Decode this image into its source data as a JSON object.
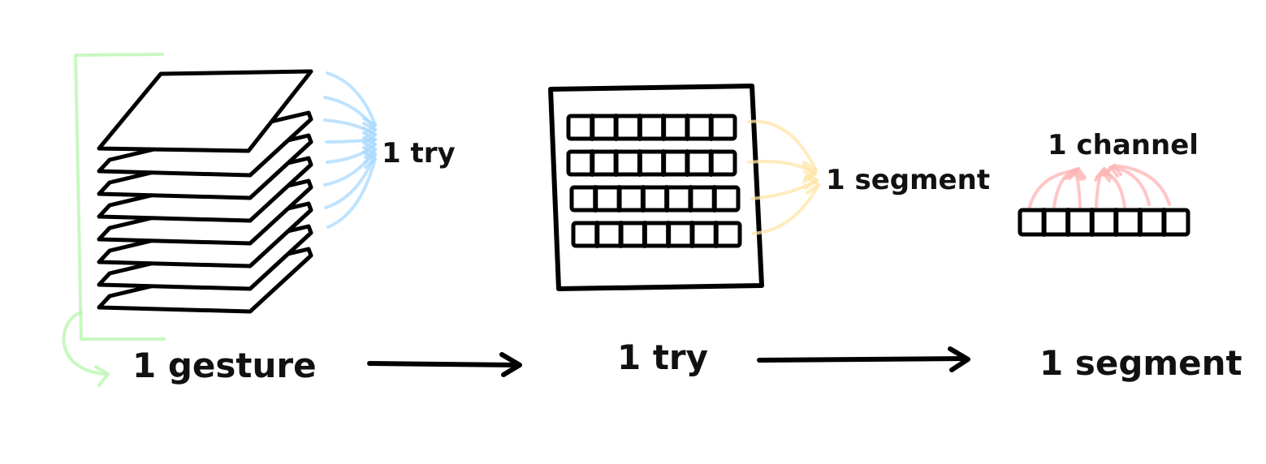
{
  "labels": {
    "stack_side": "1 try",
    "stack_bottom": "1 gesture",
    "grid_side": "1 segment",
    "grid_bottom": "1 try",
    "strip_top": "1 channel",
    "strip_bottom": "1 segment"
  },
  "colors": {
    "ink": "#000000",
    "bracket": "#b6f5ab",
    "stack_arrows": "#a9d9ff",
    "grid_arrows": "#ffe6a8",
    "strip_arrows": "#ffb3b3"
  },
  "figure": {
    "stack_layers": 8,
    "grid_rows": 4,
    "cells_per_row": 7,
    "strip_cells": 7
  }
}
